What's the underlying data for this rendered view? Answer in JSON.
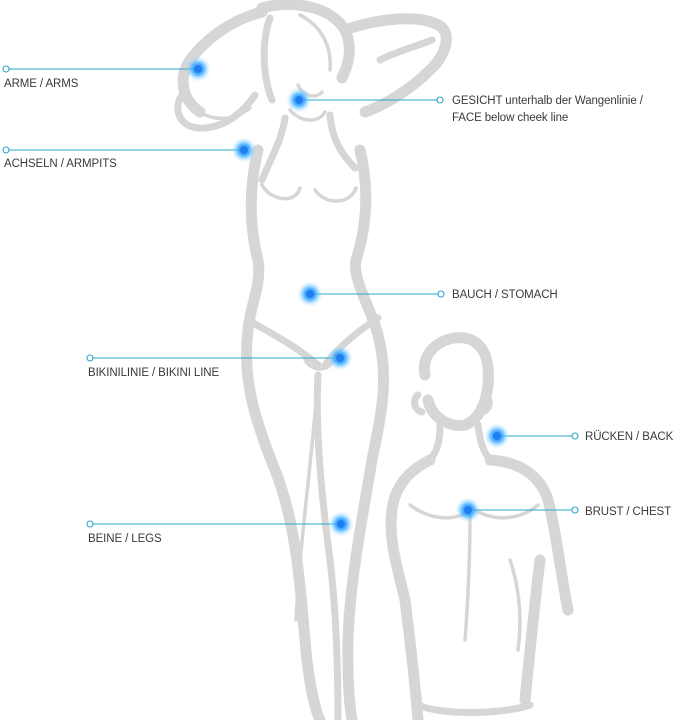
{
  "diagram": {
    "zones": [
      {
        "id": "arms",
        "lines": [
          "ARME / ARMS"
        ]
      },
      {
        "id": "face",
        "lines": [
          "GESICHT unterhalb der Wangenlinie /",
          "FACE below cheek line"
        ]
      },
      {
        "id": "armpits",
        "lines": [
          "ACHSELN / ARMPITS"
        ]
      },
      {
        "id": "stomach",
        "lines": [
          "BAUCH / STOMACH"
        ]
      },
      {
        "id": "bikini",
        "lines": [
          "BIKINILINIE / BIKINI LINE"
        ]
      },
      {
        "id": "back",
        "lines": [
          "RÜCKEN / BACK"
        ]
      },
      {
        "id": "legs",
        "lines": [
          "BEINE / LEGS"
        ]
      },
      {
        "id": "chest",
        "lines": [
          "BRUST / CHEST"
        ]
      }
    ],
    "colors": {
      "accent": "#2aa6cc",
      "spot": "#1f7ff0",
      "silhouette": "#d6d6d6",
      "text": "#3a3a3a"
    }
  }
}
